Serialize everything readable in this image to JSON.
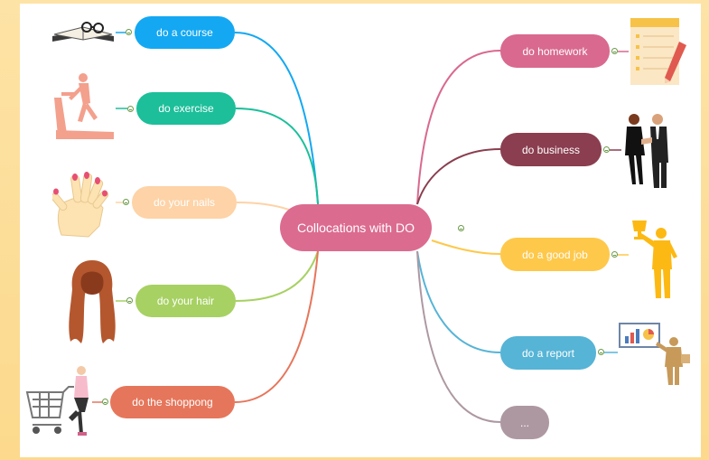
{
  "root": {
    "label": "Collocations with DO",
    "color": "#dc6b90"
  },
  "left_branches": [
    {
      "label": "do a course",
      "color": "#14a8f2",
      "icon": "book-glasses-icon"
    },
    {
      "label": "do exercise",
      "color": "#1cbf9a",
      "icon": "treadmill-icon"
    },
    {
      "label": "do your nails",
      "color": "#fdd3a7",
      "icon": "hand-nails-icon"
    },
    {
      "label": "do your hair",
      "color": "#a7d163",
      "icon": "long-hair-icon"
    },
    {
      "label": "do the shoppong",
      "color": "#e6765b",
      "icon": "shopping-cart-icon"
    }
  ],
  "right_branches": [
    {
      "label": "do homework",
      "color": "#d9698e",
      "icon": "notepad-pencil-icon"
    },
    {
      "label": "do business",
      "color": "#8a3e4f",
      "icon": "handshake-icon"
    },
    {
      "label": "do a good job",
      "color": "#fec84a",
      "icon": "trophy-person-icon"
    },
    {
      "label": "do a report",
      "color": "#56b4d6",
      "icon": "presentation-icon"
    },
    {
      "label": "...",
      "color": "#ad98a2",
      "icon": ""
    }
  ]
}
